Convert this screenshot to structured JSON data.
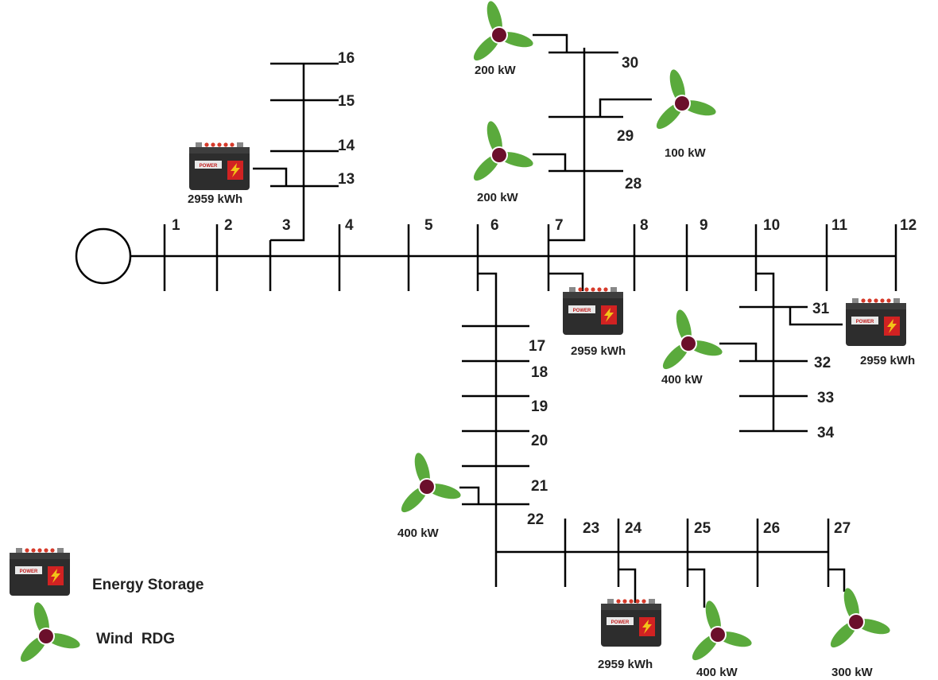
{
  "buses": {
    "b1": "1",
    "b2": "2",
    "b3": "3",
    "b4": "4",
    "b5": "5",
    "b6": "6",
    "b7": "7",
    "b8": "8",
    "b9": "9",
    "b10": "10",
    "b11": "11",
    "b12": "12",
    "b13": "13",
    "b14": "14",
    "b15": "15",
    "b16": "16",
    "b17": "17",
    "b18": "18",
    "b19": "19",
    "b20": "20",
    "b21": "21",
    "b22": "22",
    "b23": "23",
    "b24": "24",
    "b25": "25",
    "b26": "26",
    "b27": "27",
    "b28": "28",
    "b29": "29",
    "b30": "30",
    "b31": "31",
    "b32": "32",
    "b33": "33",
    "b34": "34"
  },
  "storage": {
    "bus3": "2959 kWh",
    "bus7": "2959 kWh",
    "bus31": "2959 kWh",
    "bus24": "2959 kWh"
  },
  "battery_badge_text": "POWER",
  "wind": {
    "bus30": "200 kW",
    "bus29": "100 kW",
    "bus28": "200 kW",
    "bus32": "400 kW",
    "bus22": "400 kW",
    "bus25": "400 kW",
    "bus27": "300 kW"
  },
  "legend": {
    "storage_label": "Energy Storage",
    "wind_label": "Wind  RDG"
  },
  "colors": {
    "blade": "#5aaa3c",
    "hub": "#6b0f2b",
    "battery_body": "#2d2d2d",
    "battery_terminal": "#d63a2a",
    "badge": "#e8e8e8",
    "bolt_bg": "#d12222",
    "bolt": "#f2c418"
  }
}
